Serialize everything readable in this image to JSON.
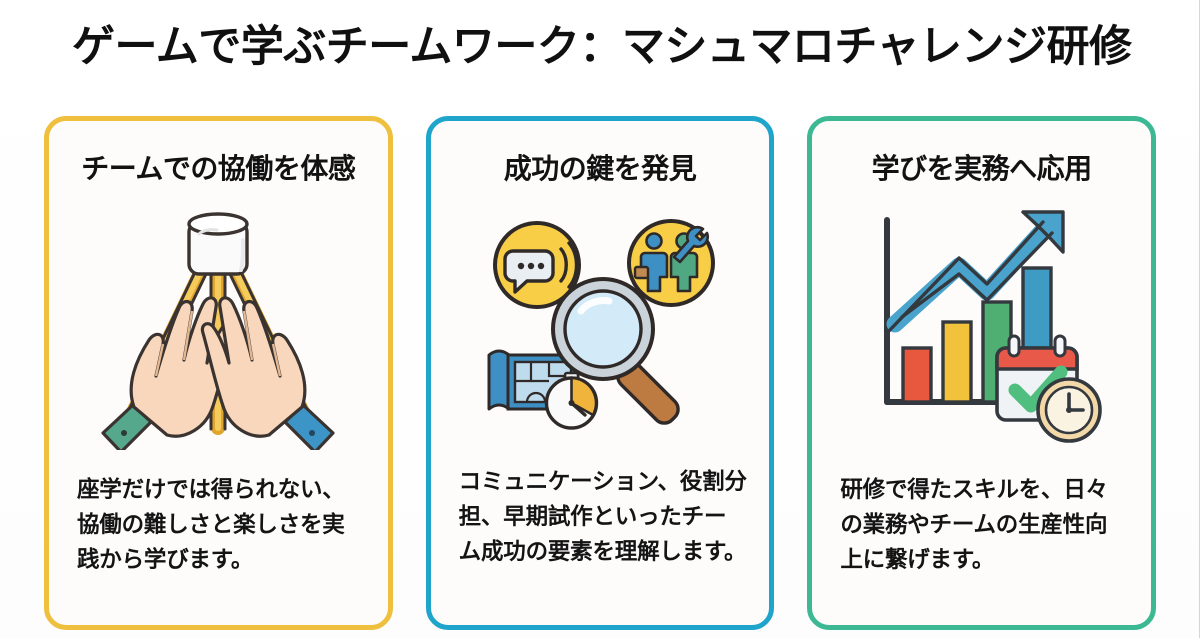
{
  "header": {
    "title": "ゲームで学ぶチームワーク：マシュマロチャレンジ研修"
  },
  "cards": [
    {
      "id": "card-teamwork",
      "title": "チームでの協働を体感",
      "body": "座学だけでは得られない、協働の難しさと楽しさを実践から学びます。",
      "accent_color": "#EFBF3E",
      "illustration": "marshmallow-spaghetti-tower-with-hands-icon"
    },
    {
      "id": "card-success-keys",
      "title": "成功の鍵を発見",
      "body": "コミュニケーション、役割分担、早期試作といったチーム成功の要素を理解します。",
      "accent_color": "#1FA5CC",
      "illustration": "magnifying-glass-analysis-icon"
    },
    {
      "id": "card-apply-learning",
      "title": "学びを実務へ応用",
      "body": "研修で得たスキルを、日々の業務やチームの生産性向上に繋げます。",
      "accent_color": "#3CB893",
      "illustration": "growth-bar-chart-with-calendar-icon"
    }
  ],
  "palette": {
    "background": "#FFFFFF",
    "card_fill": "#FDFCFB",
    "text": "#121212",
    "marshmallow_white": "#FAFAFA",
    "spaghetti_gold": "#F0B93B",
    "skin": "#F8D7BC",
    "sleeve_green": "#56A88C",
    "sleeve_blue": "#3D94C6",
    "bubble_yellow": "#F7CE46",
    "lens_blue": "#CFE7F5",
    "handle_brown": "#BD7B42",
    "blueprint_blue": "#2E7FB8",
    "bar_red": "#E8583E",
    "bar_yellow": "#F2C23C",
    "bar_green": "#4FAF72",
    "bar_blue": "#3E9CC4",
    "arrow_blue": "#4AA3CC",
    "calendar_red": "#E8594A",
    "check_green": "#4FBE7F",
    "clock_tan": "#F3D9A8"
  }
}
